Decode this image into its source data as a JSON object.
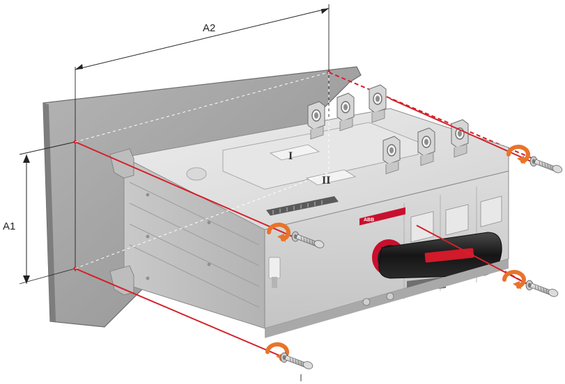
{
  "dimensions": {
    "a2_label": "A2",
    "a1_label": "A1"
  },
  "device": {
    "slot_1_label": "I",
    "slot_2_label": "II",
    "brand_text": "ABB"
  },
  "colors": {
    "mounting_line": "#d4202a",
    "panel": "#9c9c9c",
    "panel_dark": "#7d7d7d",
    "body": "#d8d8d8",
    "rotation_arrow": "#e8742a",
    "handle": "#222222",
    "handle_accent": "#c8102e"
  },
  "icons": [
    "screw-icon",
    "rotation-arrow-icon",
    "terminal-lug-icon",
    "rotary-handle-icon"
  ]
}
